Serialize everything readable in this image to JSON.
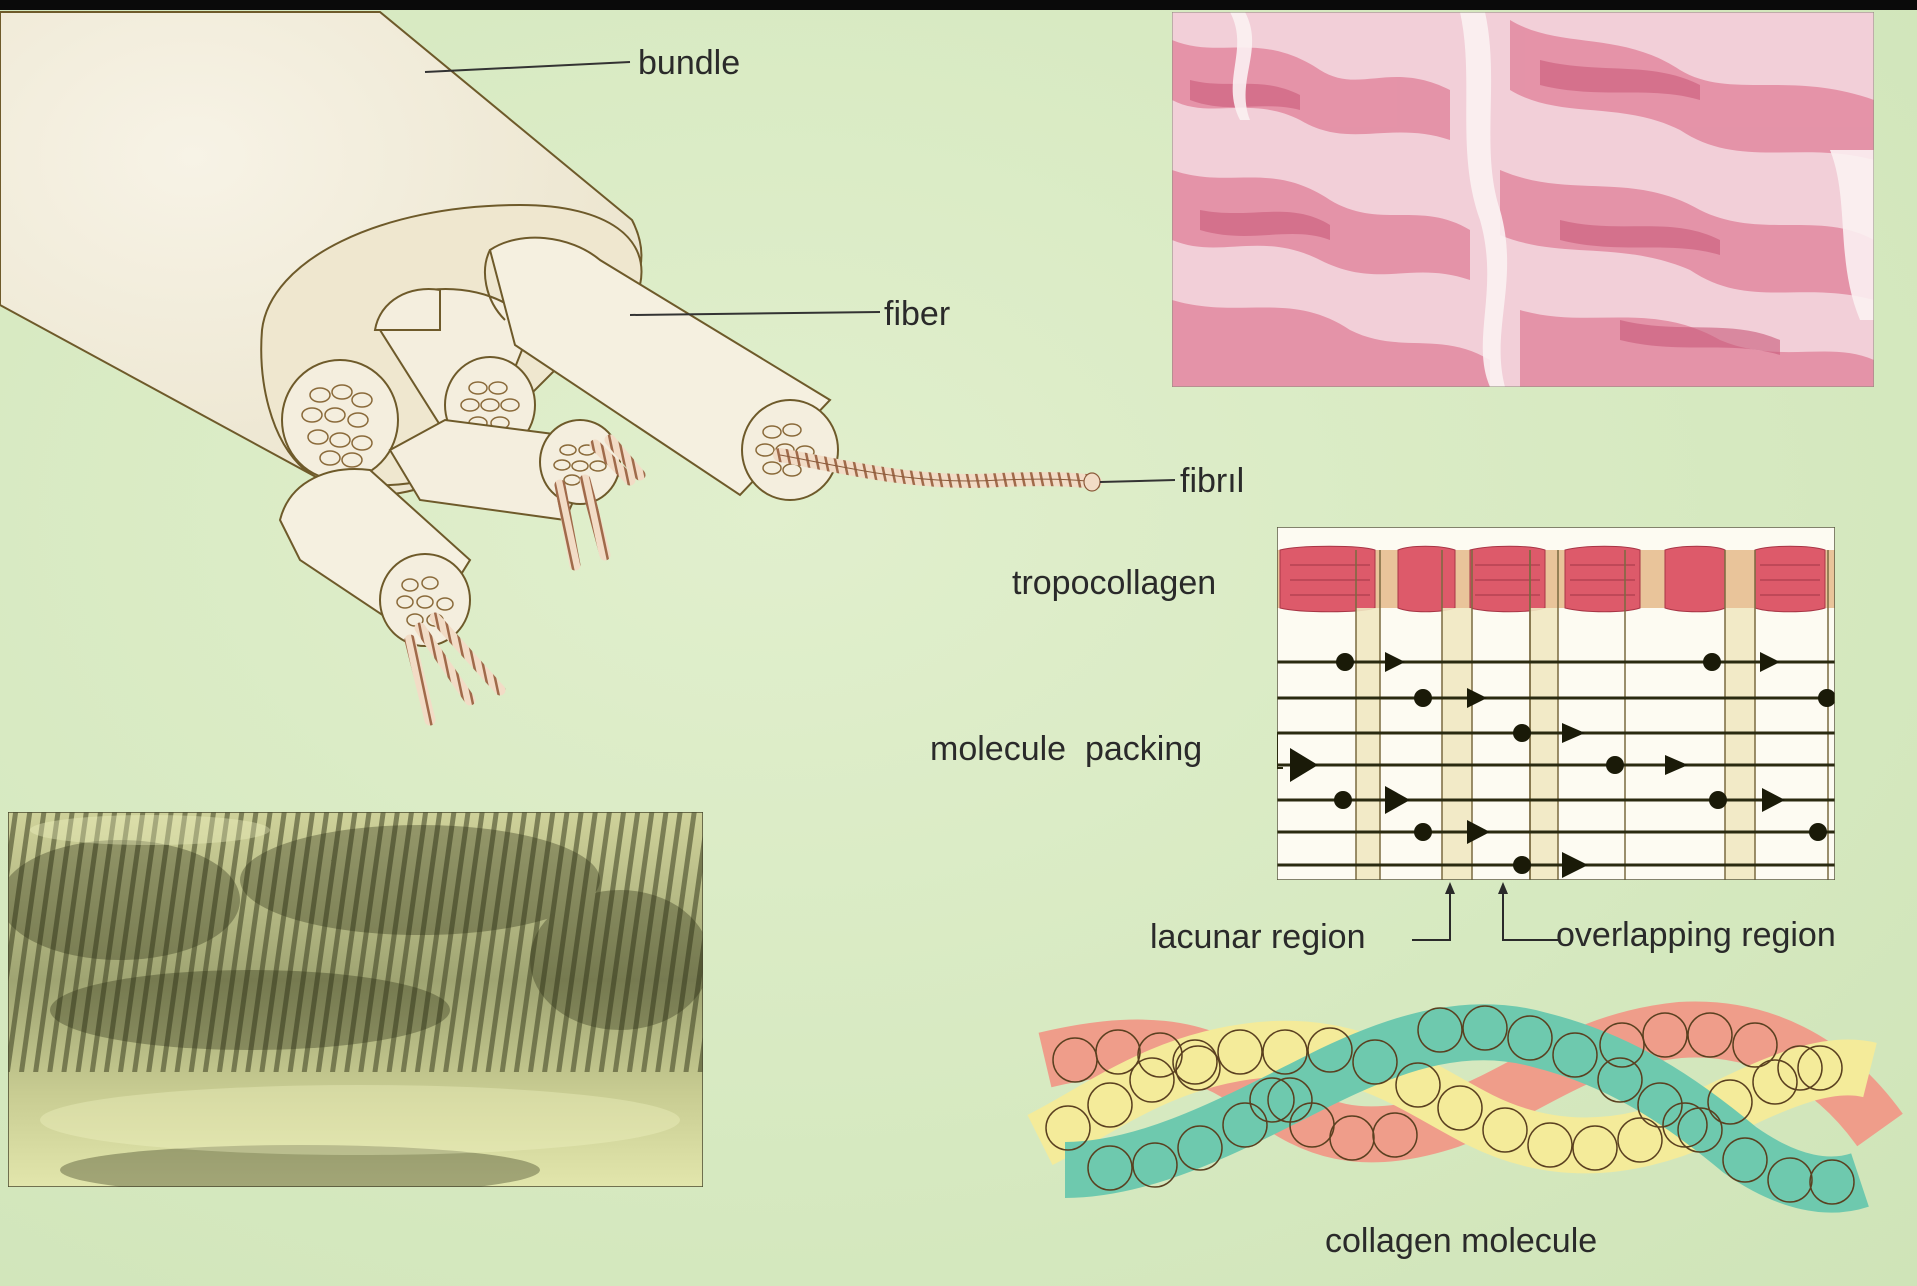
{
  "labels": {
    "bundle": "bundle",
    "fiber": "fiber",
    "fibril": "fibrıl",
    "tropocollagen": "tropocollagen",
    "molecule_packing": "molecule  packing",
    "lacunar_region": "lacunar region",
    "overlapping_region": "overlapping region",
    "collagen_molecule": "collagen molecule"
  },
  "colors": {
    "background": "#d9ebc4",
    "bundle_fill": "#f3efdf",
    "outline": "#6e5a2a",
    "histology_pink": "#e58aa0",
    "tropocollagen_red": "#dd5a6a",
    "strand_salmon": "#ef9d8a",
    "strand_yellow": "#f4eb9a",
    "strand_teal": "#6ec9ae"
  }
}
